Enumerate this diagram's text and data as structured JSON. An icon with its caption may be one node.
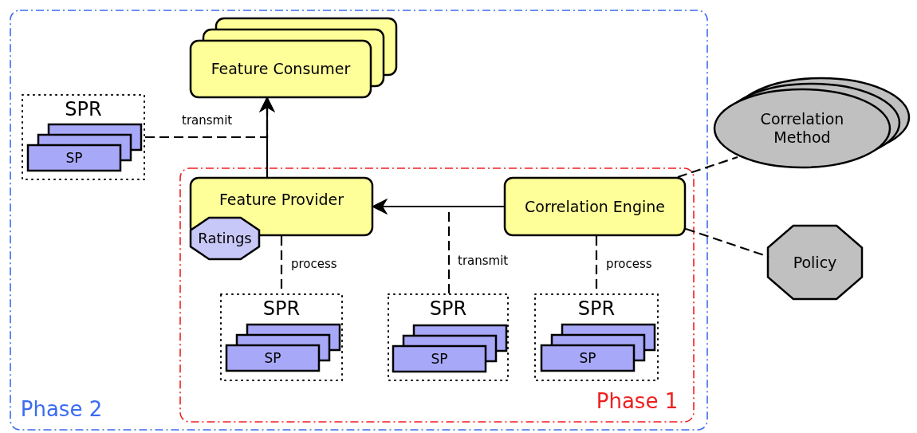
{
  "diagram": {
    "nodes": [
      {
        "text": [
          "Phase 2"
        ]
      },
      {
        "text": [
          "Feature Consumer"
        ],
        "in": 0
      },
      {
        "text": [
          "SPR"
        ],
        "in": 0
      },
      {
        "text": [
          "SP"
        ],
        "in": 2
      },
      {
        "text": [
          "Phase 1"
        ],
        "in": 0
      },
      {
        "text": [
          "Feature Provider"
        ],
        "in": 4
      },
      {
        "text": [
          "Ratings"
        ],
        "in": 4
      },
      {
        "text": [
          "Correlation Engine"
        ],
        "in": 4
      },
      {
        "text": [
          "SPR"
        ],
        "in": 4
      },
      {
        "text": [
          "SP"
        ],
        "in": 8
      },
      {
        "text": [
          "SPR"
        ],
        "in": 4
      },
      {
        "text": [
          "SP"
        ],
        "in": 10
      },
      {
        "text": [
          "SPR"
        ],
        "in": 4
      },
      {
        "text": [
          "SP"
        ],
        "in": 12
      },
      {
        "text": [
          "Correlation Method"
        ]
      },
      {
        "text": [
          "Policy"
        ]
      }
    ],
    "edges": [
      {
        "from": 5,
        "to": 1,
        "arrow": "to"
      },
      {
        "from": 2,
        "to": 1,
        "arrow": "to",
        "label": "transmit",
        "style": "dashed"
      },
      {
        "from": 7,
        "to": 5,
        "arrow": "to"
      },
      {
        "from": 10,
        "to": 5,
        "arrow": "to",
        "label": "transmit",
        "style": "dashed"
      },
      {
        "from": 5,
        "to": 8,
        "arrow": "none",
        "label": "process",
        "style": "dashed"
      },
      {
        "from": 7,
        "to": 12,
        "arrow": "none",
        "label": "process",
        "style": "dashed"
      },
      {
        "from": 7,
        "to": 14,
        "arrow": "none",
        "style": "dashed"
      },
      {
        "from": 7,
        "to": 15,
        "arrow": "none",
        "style": "dashed"
      }
    ]
  }
}
